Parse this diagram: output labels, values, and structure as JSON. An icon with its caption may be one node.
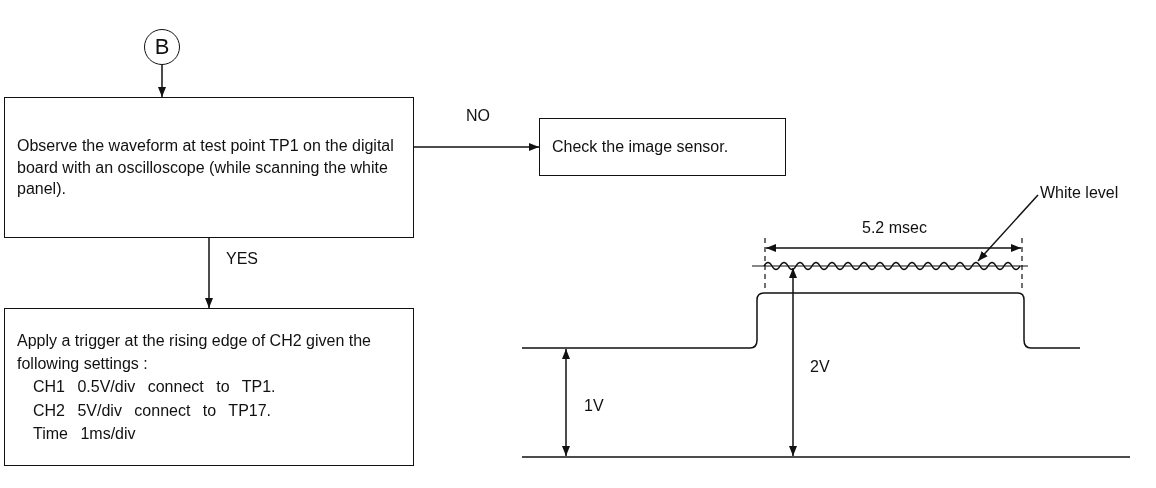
{
  "diagram": {
    "nodes": [
      {
        "text": [
          "B"
        ]
      },
      {
        "text": [
          "Observe the waveform at test point TP1 on the digital board with an oscilloscope (while scanning the white panel)."
        ]
      },
      {
        "text": [
          "Check the image sensor."
        ]
      },
      {
        "text": [
          "Apply a trigger at the rising edge of CH2 given the following settings :",
          "CH1 0.5V/div connect to TP1.",
          "CH2 5V/div connect to TP17.",
          "Time 1ms/div"
        ]
      },
      {
        "text": [
          "White level"
        ]
      },
      {
        "text": [],
        "shape": "picture"
      }
    ],
    "edges": [
      {
        "from": 0,
        "to": 1,
        "arrow": "to"
      },
      {
        "from": 1,
        "to": 2,
        "arrow": "to",
        "label": "NO"
      },
      {
        "from": 1,
        "to": 3,
        "arrow": "to",
        "label": "YES"
      },
      {
        "from": 4,
        "to": 5,
        "arrow": "to"
      }
    ],
    "labels": [
      "5.2 msec",
      "2V",
      "1V"
    ]
  }
}
